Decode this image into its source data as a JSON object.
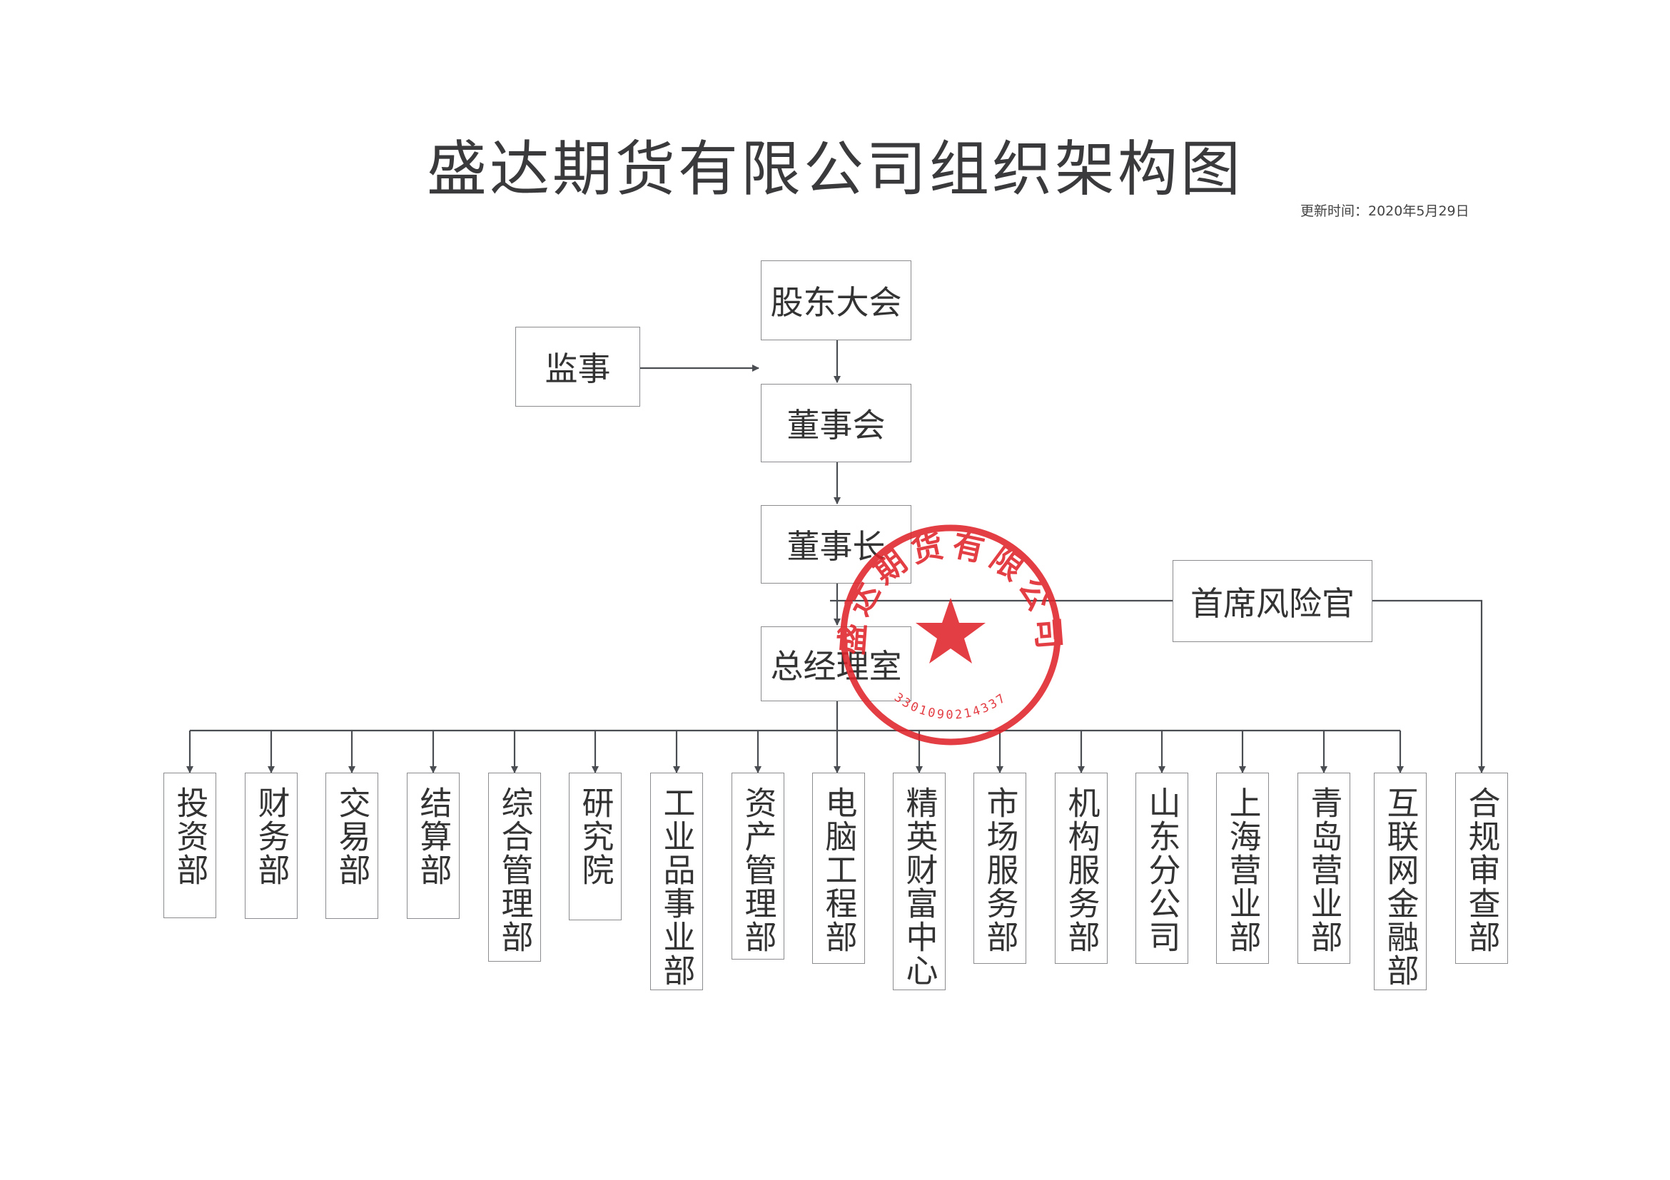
{
  "title": "盛达期货有限公司组织架构图",
  "updated": "更新时间：2020年5月29日",
  "nodes": {
    "shareholders": "股东大会",
    "supervisor": "监事",
    "board": "董事会",
    "chairman": "董事长",
    "gm_office": "总经理室",
    "cro": "首席风险官"
  },
  "departments": [
    "投资部",
    "财务部",
    "交易部",
    "结算部",
    "综合管理部",
    "研究院",
    "工业品事业部",
    "资产管理部",
    "电脑工程部",
    "精英财富中心",
    "市场服务部",
    "机构服务部",
    "山东分公司",
    "上海营业部",
    "青岛营业部",
    "互联网金融部",
    "合规审查部"
  ],
  "seal": {
    "company_text": "盛达期货有限公司",
    "serial": "3301090214337",
    "color": "#e0242b"
  },
  "colors": {
    "line": "#4a4d52",
    "border": "#8a8c90",
    "text": "#333333"
  }
}
